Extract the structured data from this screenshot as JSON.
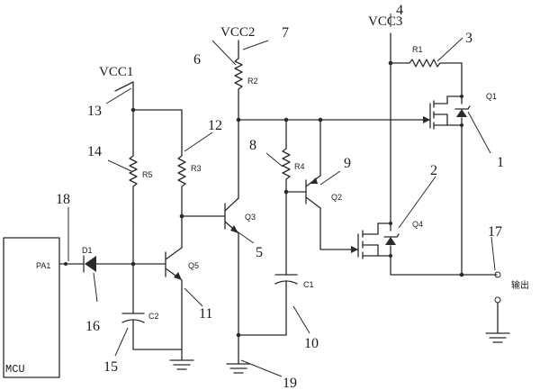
{
  "rails": {
    "vcc1": "VCC1",
    "vcc2": "VCC2",
    "vcc3": "VCC3"
  },
  "components": {
    "r1": "R1",
    "r2": "R2",
    "r3": "R3",
    "r4": "R4",
    "r5": "R5",
    "c1": "C1",
    "c2": "C2",
    "q1": "Q1",
    "q2": "Q2",
    "q3": "Q3",
    "q4": "Q4",
    "q5": "Q5",
    "d1": "D1"
  },
  "mcu": {
    "label": "MCU",
    "pin": "PA1"
  },
  "output_label": "输出",
  "callouts": [
    "1",
    "2",
    "3",
    "4",
    "5",
    "6",
    "7",
    "8",
    "9",
    "10",
    "11",
    "12",
    "13",
    "14",
    "15",
    "16",
    "17",
    "18",
    "19"
  ]
}
